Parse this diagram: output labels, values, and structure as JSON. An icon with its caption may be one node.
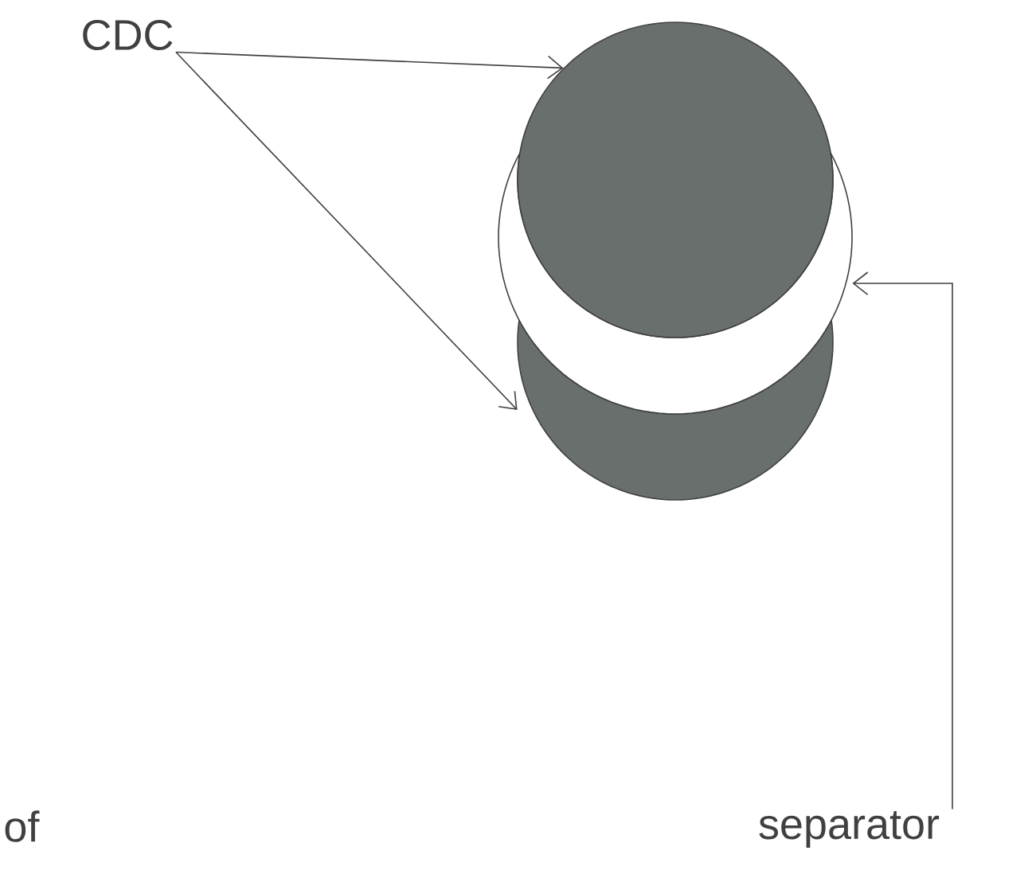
{
  "diagram": {
    "nodes": [
      {
        "text": [
          "CDC"
        ]
      },
      {
        "text": [],
        "shape": "circle"
      },
      {
        "text": [],
        "shape": "circle"
      },
      {
        "text": [],
        "shape": "circle"
      },
      {
        "text": [
          "separator"
        ]
      }
    ],
    "edges": [
      {
        "from": 0,
        "to": 1,
        "arrow": "to"
      },
      {
        "from": 0,
        "to": 3,
        "arrow": "to"
      },
      {
        "from": 4,
        "to": 2,
        "arrow": "to"
      }
    ],
    "labels": [
      "of"
    ]
  }
}
